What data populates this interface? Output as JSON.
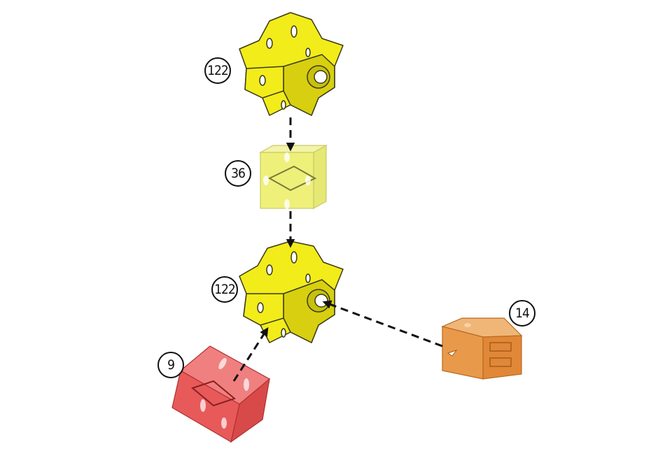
{
  "callouts": {
    "top_star": "122",
    "clear_cube": "36",
    "bottom_star": "122",
    "orange_block": "14",
    "red_cube": "9"
  },
  "colors": {
    "star_yellow": "#f2ec1a",
    "star_shade": "#d8cf10",
    "clear_yellow": "#eef07a",
    "orange": "#e89a4a",
    "red": "#e85a5a",
    "arrow": "#111111"
  }
}
